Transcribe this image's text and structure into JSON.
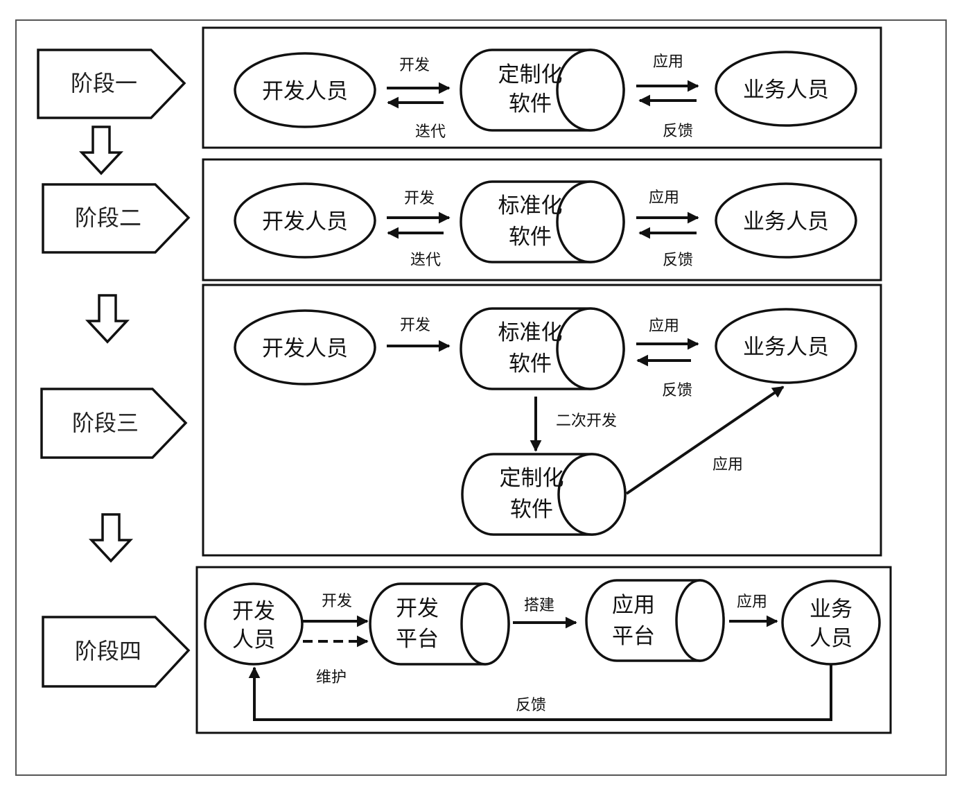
{
  "stages": [
    {
      "label": "阶段一",
      "developer": "开发人员",
      "software": [
        "定制化",
        "软件"
      ],
      "user": "业务人员",
      "left_top": "开发",
      "left_bottom": "迭代",
      "right_top": "应用",
      "right_bottom": "反馈"
    },
    {
      "label": "阶段二",
      "developer": "开发人员",
      "software": [
        "标准化",
        "软件"
      ],
      "user": "业务人员",
      "left_top": "开发",
      "left_bottom": "迭代",
      "right_top": "应用",
      "right_bottom": "反馈"
    },
    {
      "label": "阶段三",
      "developer": "开发人员",
      "software": [
        "标准化",
        "软件"
      ],
      "user": "业务人员",
      "left_top": "开发",
      "right_top": "应用",
      "right_bottom": "反馈",
      "secondary_dev": "二次开发",
      "custom_software": [
        "定制化",
        "软件"
      ],
      "diag_apply": "应用"
    },
    {
      "label": "阶段四",
      "developer": [
        "开发",
        "人员"
      ],
      "dev_platform": [
        "开发",
        "平台"
      ],
      "app_platform": [
        "应用",
        "平台"
      ],
      "user": [
        "业务",
        "人员"
      ],
      "develop": "开发",
      "maintain": "维护",
      "build": "搭建",
      "apply": "应用",
      "feedback": "反馈"
    }
  ]
}
